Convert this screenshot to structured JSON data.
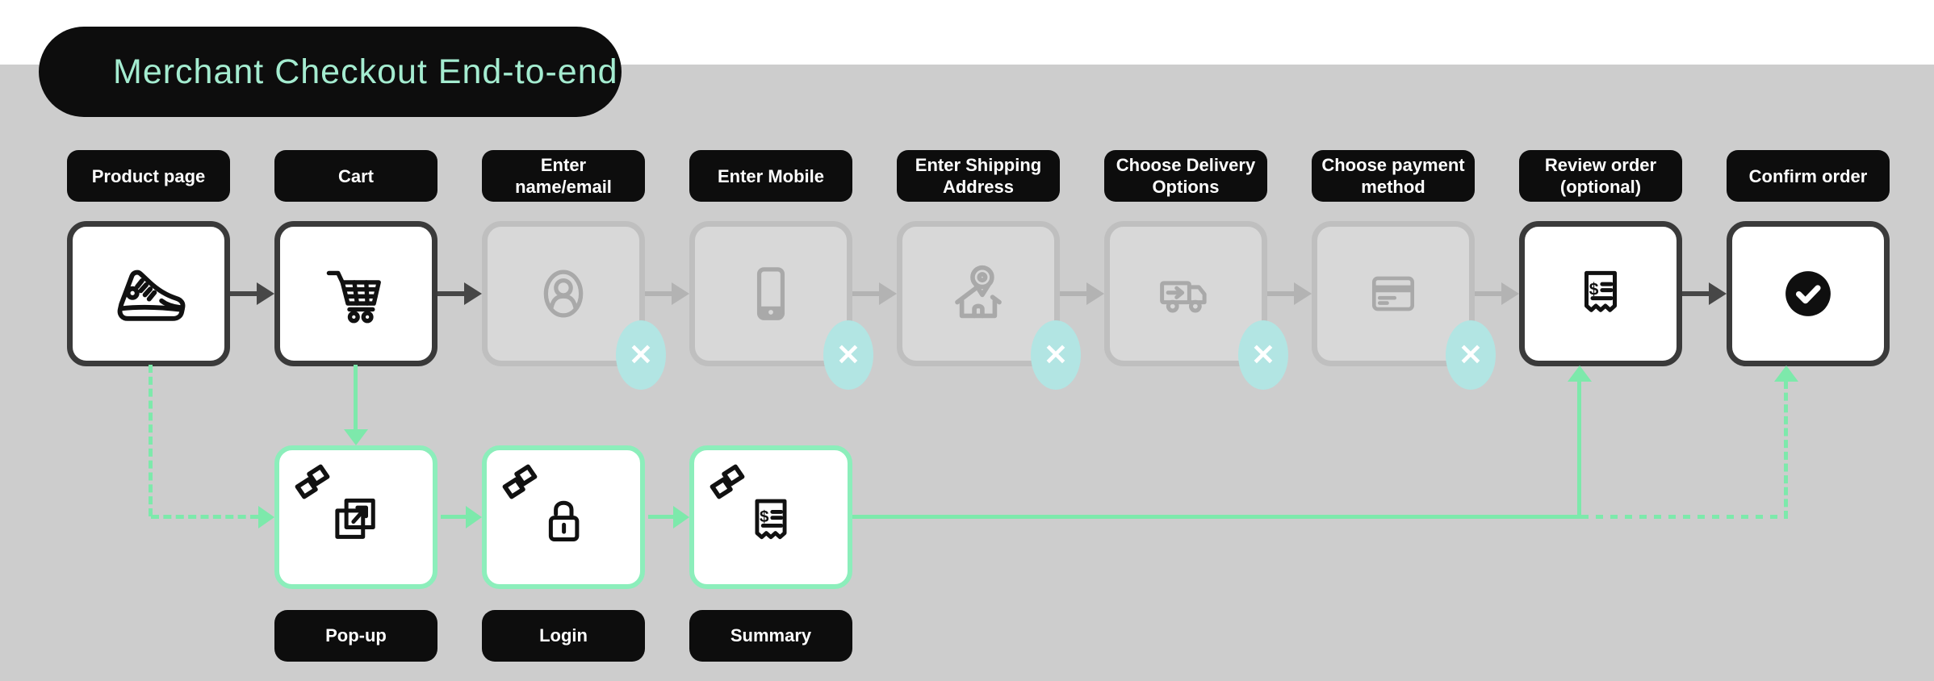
{
  "header": {
    "title": "Merchant Checkout End-to-end"
  },
  "steps": [
    {
      "label": "Product page",
      "icon": "sneaker-icon",
      "state": "active"
    },
    {
      "label": "Cart",
      "icon": "shopping-cart-icon",
      "state": "active"
    },
    {
      "label": "Enter name/email",
      "icon": "user-icon",
      "state": "disabled"
    },
    {
      "label": "Enter Mobile",
      "icon": "mobile-phone-icon",
      "state": "disabled"
    },
    {
      "label": "Enter Shipping Address",
      "icon": "house-location-icon",
      "state": "disabled"
    },
    {
      "label": "Choose Delivery Options",
      "icon": "delivery-truck-icon",
      "state": "disabled"
    },
    {
      "label": "Choose payment method",
      "icon": "credit-card-icon",
      "state": "disabled"
    },
    {
      "label": "Review order (optional)",
      "icon": "receipt-icon",
      "state": "active"
    },
    {
      "label": "Confirm order",
      "icon": "check-circle-icon",
      "state": "active"
    }
  ],
  "substeps": [
    {
      "label": "Pop-up",
      "icon": "popup-icon",
      "badge_icon": "link-icon"
    },
    {
      "label": "Login",
      "icon": "open-lock-icon",
      "badge_icon": "link-icon"
    },
    {
      "label": "Summary",
      "icon": "receipt-icon",
      "badge_icon": "link-icon"
    }
  ],
  "badges": {
    "disabled_glyph": "✕"
  },
  "colors": {
    "accent_green": "#7de9ab",
    "green_border": "#8ceebb",
    "badge_teal": "#b2e5e3",
    "title_mint": "#a4ecd0",
    "board_gray": "#cdcdcd",
    "pill_black": "#0d0d0d"
  }
}
